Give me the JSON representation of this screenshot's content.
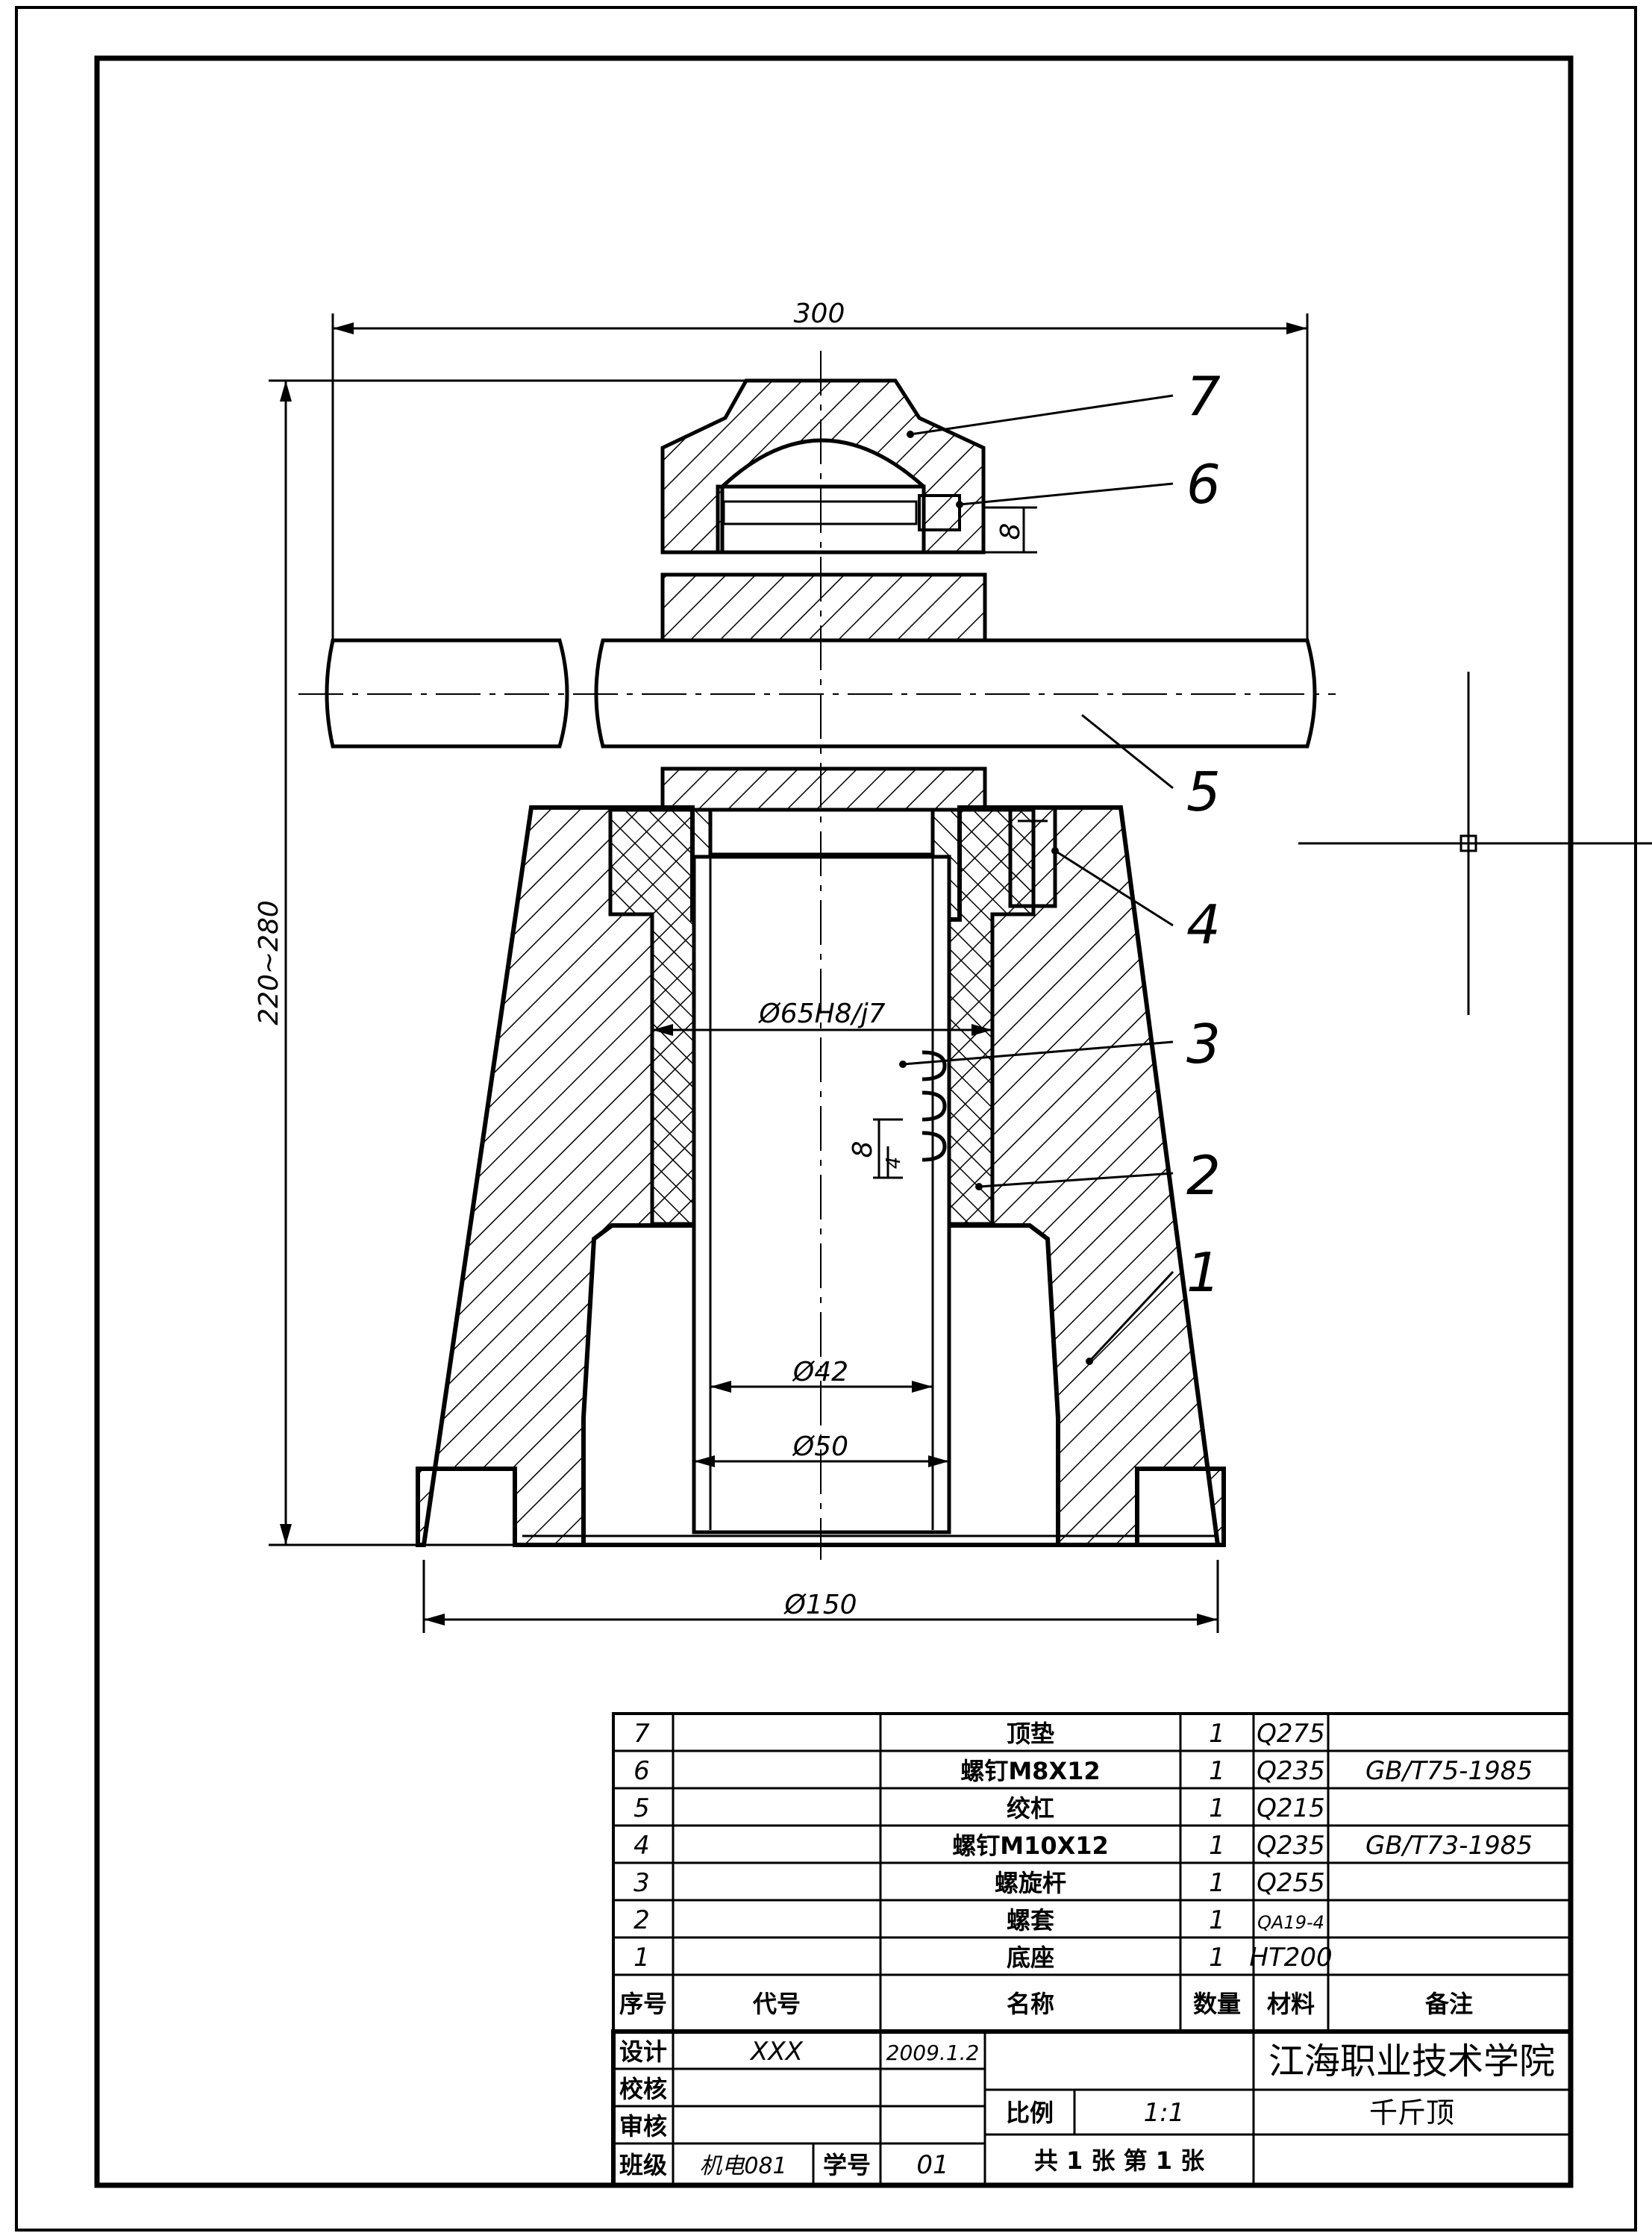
{
  "dimensions": {
    "overall_width": "300",
    "height_range": "220~280",
    "screw_pitch": "8",
    "bore_fit": "Ø65H8/j7",
    "thread_pitch": "8",
    "thread_depth": "4",
    "inner_diameter": "Ø42",
    "outer_diameter": "Ø50",
    "base_diameter": "Ø150"
  },
  "callouts": [
    "7",
    "6",
    "5",
    "4",
    "3",
    "2",
    "1"
  ],
  "parts_list": {
    "rows": [
      {
        "no": "7",
        "code": "",
        "name": "顶垫",
        "qty": "1",
        "material": "Q275",
        "note": ""
      },
      {
        "no": "6",
        "code": "",
        "name": "螺钉M8X12",
        "qty": "1",
        "material": "Q235",
        "note": "GB/T75-1985"
      },
      {
        "no": "5",
        "code": "",
        "name": "绞杠",
        "qty": "1",
        "material": "Q215",
        "note": ""
      },
      {
        "no": "4",
        "code": "",
        "name": "螺钉M10X12",
        "qty": "1",
        "material": "Q235",
        "note": "GB/T73-1985"
      },
      {
        "no": "3",
        "code": "",
        "name": "螺旋杆",
        "qty": "1",
        "material": "Q255",
        "note": ""
      },
      {
        "no": "2",
        "code": "",
        "name": "螺套",
        "qty": "1",
        "material": "QA19-4",
        "note": ""
      },
      {
        "no": "1",
        "code": "",
        "name": "底座",
        "qty": "1",
        "material": "HT200",
        "note": ""
      }
    ],
    "headers": {
      "no": "序号",
      "code": "代号",
      "name": "名称",
      "qty": "数量",
      "material": "材料",
      "note": "备注"
    }
  },
  "title_block": {
    "design_label": "设计",
    "designer": "XXX",
    "date": "2009.1.2",
    "check_label": "校核",
    "review_label": "审核",
    "class_label": "班级",
    "class_value": "机电081",
    "student_no_label": "学号",
    "student_no": "01",
    "scale_label": "比例",
    "scale_value": "1:1",
    "sheets": "共 1 张  第 1 张",
    "school": "江海职业技术学院",
    "part_title": "千斤顶"
  },
  "colors": {
    "line": "#000000",
    "paper": "#ffffff"
  }
}
